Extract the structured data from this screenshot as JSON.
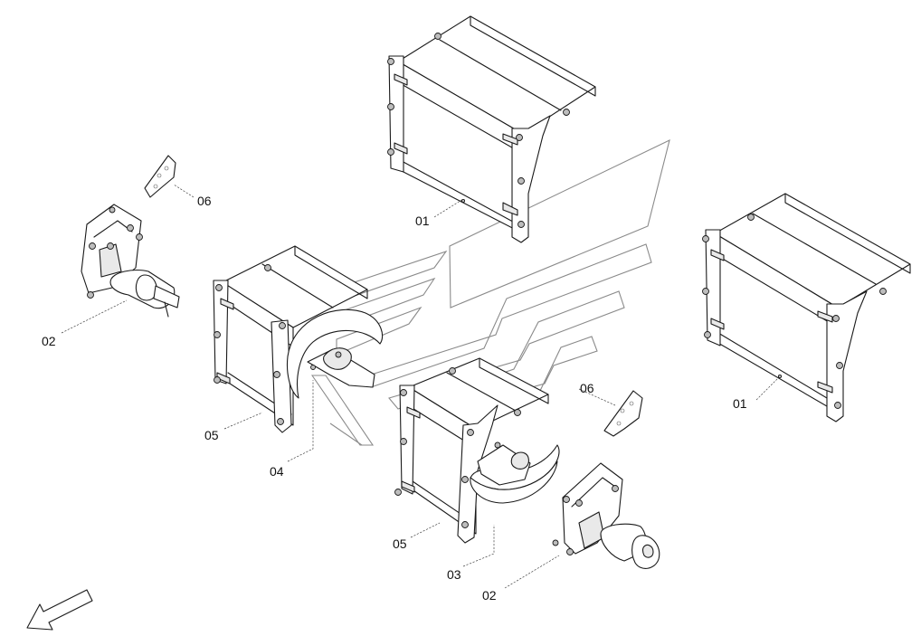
{
  "labels": {
    "p01_top": "01",
    "p01_right": "01",
    "p02_left": "02",
    "p02_bottom": "02",
    "p03": "03",
    "p04": "04",
    "p05_left": "05",
    "p05_bottom": "05",
    "p06_top": "06",
    "p06_right": "06"
  },
  "colors": {
    "line": "#1a1a1a",
    "watermark": "#8a8a8a",
    "background": "#ffffff"
  },
  "icons": {
    "direction_arrow": "arrow-down-left-icon"
  }
}
